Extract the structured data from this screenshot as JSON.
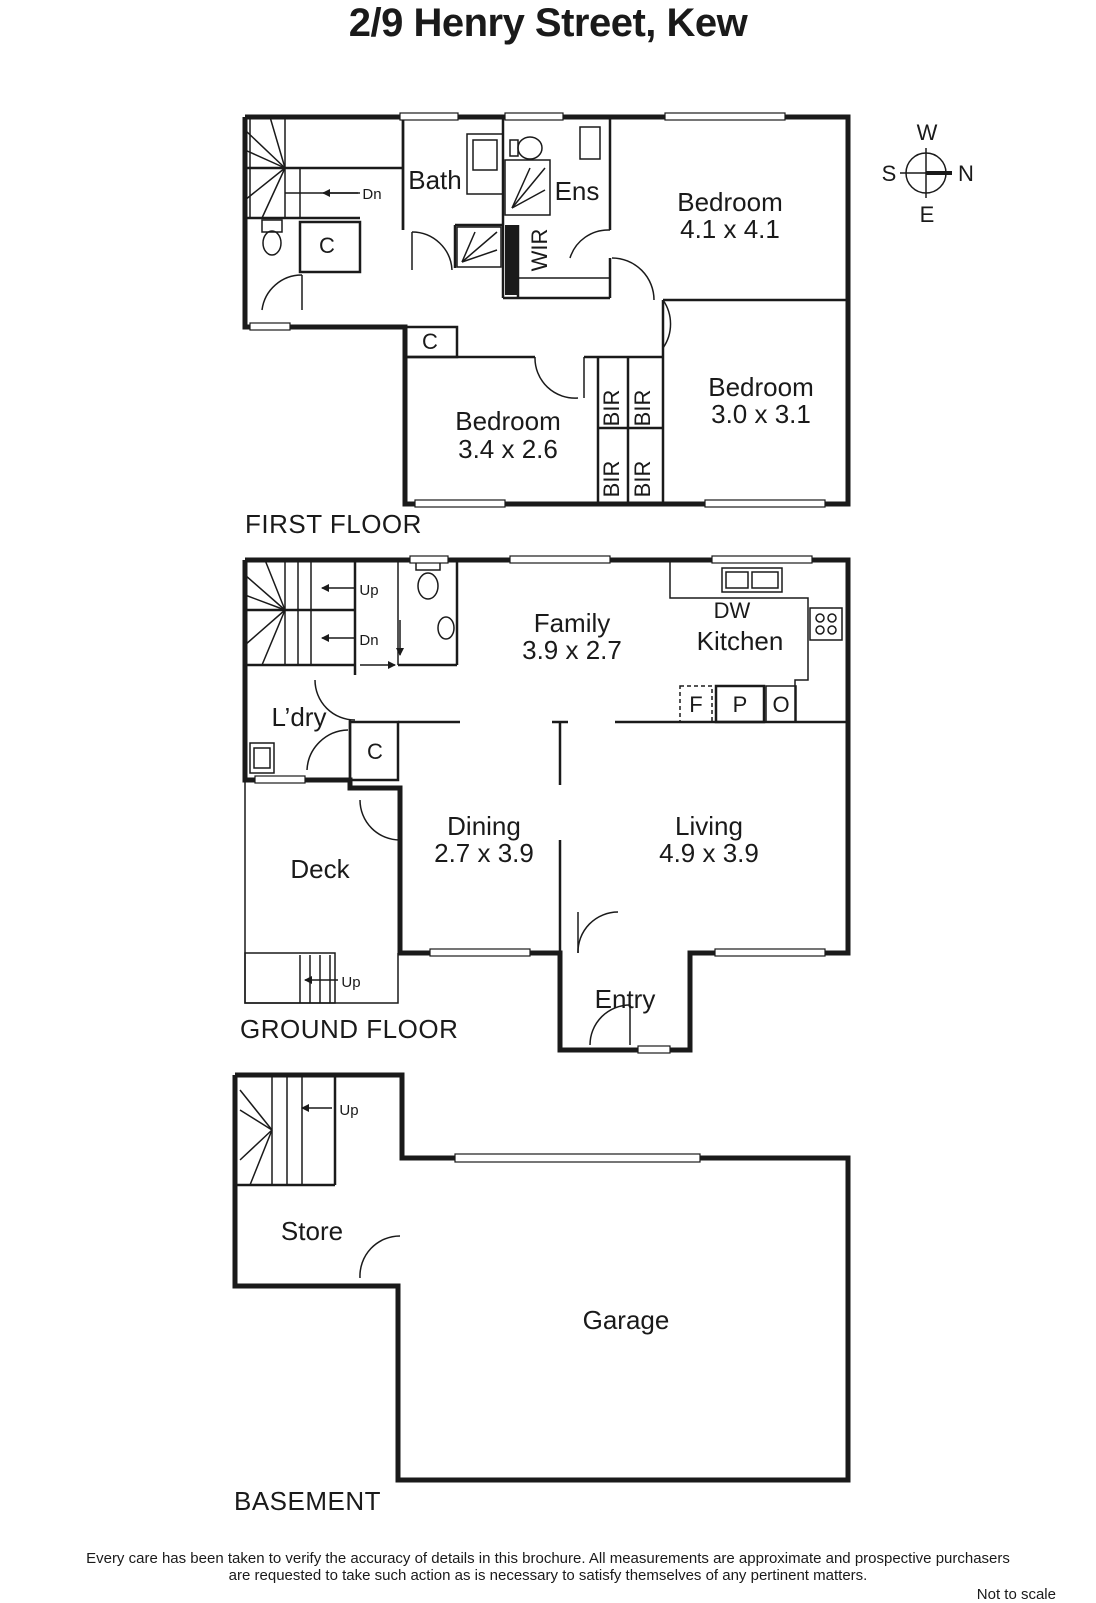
{
  "title": "2/9 Henry Street, Kew",
  "compass": {
    "w": "W",
    "s": "S",
    "n": "N",
    "e": "E"
  },
  "floors": {
    "first": "FIRST FLOOR",
    "ground": "GROUND FLOOR",
    "basement": "BASEMENT"
  },
  "first_floor": {
    "bath": "Bath",
    "ens": "Ens",
    "wir": "WIR",
    "cupboard": "C",
    "dn": "Dn",
    "bir": "BIR",
    "bedroom1": {
      "name": "Bedroom",
      "size": "4.1 x 4.1"
    },
    "bedroom2": {
      "name": "Bedroom",
      "size": "3.0 x 3.1"
    },
    "bedroom3": {
      "name": "Bedroom",
      "size": "3.4 x 2.6"
    }
  },
  "ground_floor": {
    "up": "Up",
    "dn": "Dn",
    "family": {
      "name": "Family",
      "size": "3.9 x 2.7"
    },
    "dw": "DW",
    "kitchen": "Kitchen",
    "fridge": "F",
    "pantry": "P",
    "oven": "O",
    "laundry": "L’dry",
    "cupboard": "C",
    "dining": {
      "name": "Dining",
      "size": "2.7 x 3.9"
    },
    "living": {
      "name": "Living",
      "size": "4.9 x 3.9"
    },
    "deck": "Deck",
    "entry": "Entry"
  },
  "basement": {
    "up": "Up",
    "store": "Store",
    "garage": "Garage"
  },
  "disclaimer": {
    "line1": "Every care has been taken to verify the accuracy of details in this brochure.  All measurements are approximate and prospective purchasers",
    "line2": "are requested to take such action as is necessary to satisfy themselves of any pertinent matters.",
    "not_to_scale": "Not to scale"
  }
}
